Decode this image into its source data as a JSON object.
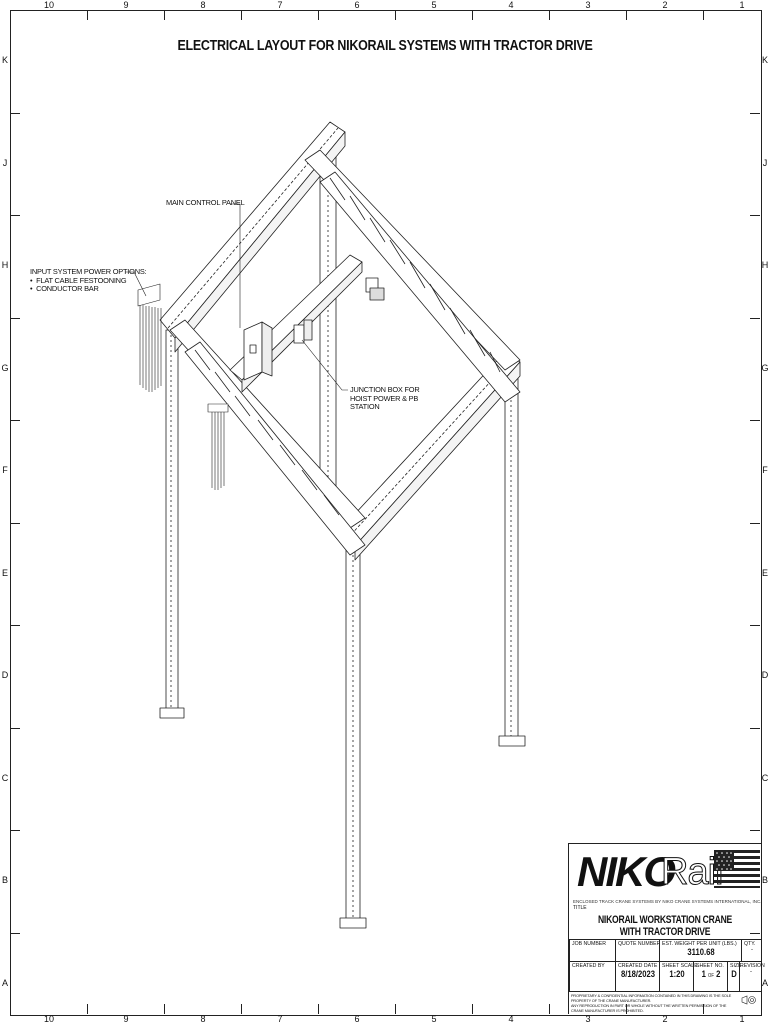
{
  "sheet": {
    "columns": [
      "10",
      "9",
      "8",
      "7",
      "6",
      "5",
      "4",
      "3",
      "2",
      "1"
    ],
    "rows": [
      "K",
      "J",
      "H",
      "G",
      "F",
      "E",
      "D",
      "C",
      "B",
      "A"
    ]
  },
  "drawing": {
    "title": "ELECTRICAL LAYOUT FOR NIKORAIL SYSTEMS WITH TRACTOR DRIVE",
    "callouts": {
      "main_panel": "MAIN CONTROL PANEL",
      "input_power_title": "INPUT SYSTEM POWER OPTIONS:",
      "input_power_opt1": "FLAT CABLE FESTOONING",
      "input_power_opt2": "CONDUCTOR BAR",
      "junction_box": "JUNCTION BOX FOR\nHOIST POWER & PB\nSTATION"
    }
  },
  "title_block": {
    "logo_niko": "NIKO",
    "logo_rail": "Rail",
    "tagline": "ENCLOSED TRACK CRANE SYSTEMS BY NIKO CRANE SYSTEMS INTERNATIONAL, INC.",
    "title_label": "TITLE",
    "product_title": "NIKORAIL WORKSTATION CRANE WITH TRACTOR DRIVE",
    "job_number_label": "JOB NUMBER",
    "job_number": "",
    "quote_number_label": "QUOTE NUMBER",
    "quote_number": "",
    "weight_label": "EST. WEIGHT PER UNIT (LBS.)",
    "weight": "3110.68",
    "qty_label": "QTY.",
    "qty": "-",
    "created_by_label": "CREATED BY",
    "created_by": "",
    "created_date_label": "CREATED DATE",
    "created_date": "8/18/2023",
    "sheet_scale_label": "SHEET SCALE",
    "sheet_scale": "1:20",
    "sheet_no_label": "SHEET NO.",
    "sheet_no": "1",
    "sheet_of": "OF",
    "sheet_total": "2",
    "size_label": "SIZE",
    "size": "D",
    "revision_label": "REVISION",
    "revision": "-",
    "proprietary_1": "PROPRIETARY & CONFIDENTIAL INFORMATION CONTAINED IN THIS DRAWING IS THE SOLE PROPERTY OF THE CRANE MANUFACTURER.",
    "proprietary_2": "ANY REPRODUCTION IN PART OR WHOLE WITHOUT THE WRITTEN PERMISSION OF THE CRANE MANUFACTURER IS PROHIBITED."
  }
}
